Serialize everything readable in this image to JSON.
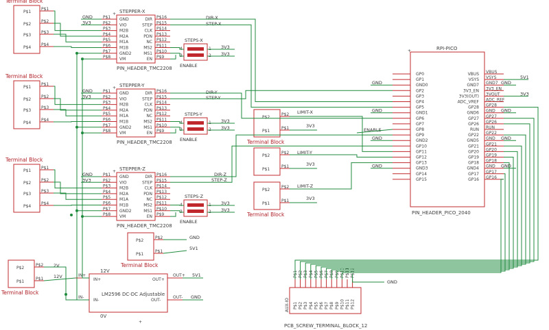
{
  "terminal_blocks": {
    "title": "Terminal Block",
    "ps": [
      "P$1",
      "P$2",
      "P$3",
      "P$4"
    ],
    "p2": [
      "P$2",
      "P$1"
    ]
  },
  "steppers": [
    {
      "title": "STEPPER-X",
      "footer": "PIN_HEADER_TMC2208",
      "dir_net": "DIR-X",
      "step_net": "STEP-X",
      "switch": "STEPS-X",
      "enable": "ENABLE"
    },
    {
      "title": "STEPPER-Y",
      "footer": "PIN_HEADER_TMC2208",
      "dir_net": "DIR-Y",
      "step_net": "STEP-Y",
      "switch": "STEPS-Y",
      "enable": "ENABLE"
    },
    {
      "title": "STEPPER-Z",
      "footer": "PIN_HEADER_TMC2208",
      "dir_net": "DIR-Z",
      "step_net": "STEP-Z",
      "switch": "STEPS-Z",
      "enable": "ENABLE"
    }
  ],
  "tmc_left_pins": [
    "GND",
    "VIO",
    "M2B",
    "M2A",
    "M1A",
    "M1B",
    "GND2",
    "VM"
  ],
  "tmc_right_pins": [
    "DIR",
    "STEP",
    "CLK",
    "PDN",
    "NC",
    "MS2",
    "MS1",
    "EN"
  ],
  "tmc_left_pads": [
    "P$1",
    "P$2",
    "P$3",
    "P$4",
    "P$5",
    "P$6",
    "P$7",
    "P$8"
  ],
  "tmc_right_pads": [
    "P$16",
    "P$15",
    "P$14",
    "P$13",
    "P$12",
    "P$11",
    "P$10",
    "P$9"
  ],
  "nets": {
    "gnd": "GND",
    "v33": "3V3",
    "v5": "5V1",
    "v2": "2V",
    "v12": "12V",
    "enable": "ENABLE",
    "aux": "AUX-IO"
  },
  "limit_switches": [
    "LIMIT-X",
    "LIMIT-Y",
    "LIMIT-Z"
  ],
  "pico": {
    "title": "RPI-PICO",
    "footer": "PIN_HEADER_PICO_2040",
    "left_pins": [
      "GP0",
      "GP1",
      "GND0",
      "GP2",
      "GP3",
      "GP4",
      "GP5",
      "GND1",
      "GP6",
      "GP7",
      "GP8",
      "GP9",
      "GND2",
      "GP10",
      "GP11",
      "GP12",
      "GP13",
      "GND3",
      "GP14",
      "GP15"
    ],
    "right_pins": [
      "VBUS",
      "VSYS",
      "GND7",
      "3V3_EN",
      "3V3(OUT)",
      "ADC_VREF",
      "GP28",
      "GND6",
      "GP27",
      "GP26",
      "RUN",
      "GP22",
      "GND5",
      "GP21",
      "GP20",
      "GP19",
      "GP18",
      "GND4",
      "GP17",
      "GP16"
    ],
    "right_nets": [
      "VBUS",
      "VSYS",
      "GND7",
      "3V3_EN",
      "3VOUT",
      "ADC_REF",
      "GP28",
      "GND",
      "GP27",
      "GP26",
      "RUN",
      "GP22",
      "GND",
      "GP21",
      "GP20",
      "GP19",
      "GP18",
      "GND",
      "GP17",
      "GP16"
    ]
  },
  "regulator": {
    "label": "LM2596 DC-DC Adjustable",
    "in_plus": "IN+",
    "in_minus": "IN-",
    "out_plus": "OUT+",
    "out_minus": "OUT-",
    "top_label": "12V",
    "bottom_label": "0V"
  },
  "screw_block": {
    "footer": "PCB_SCREW_TERMINAL_BLOCK_12",
    "pins": [
      "P$1",
      "P$2",
      "P$3",
      "P$4",
      "P$5",
      "P$6",
      "P$7",
      "P$8",
      "P$9",
      "P$10",
      "P$11",
      "P$12"
    ]
  }
}
